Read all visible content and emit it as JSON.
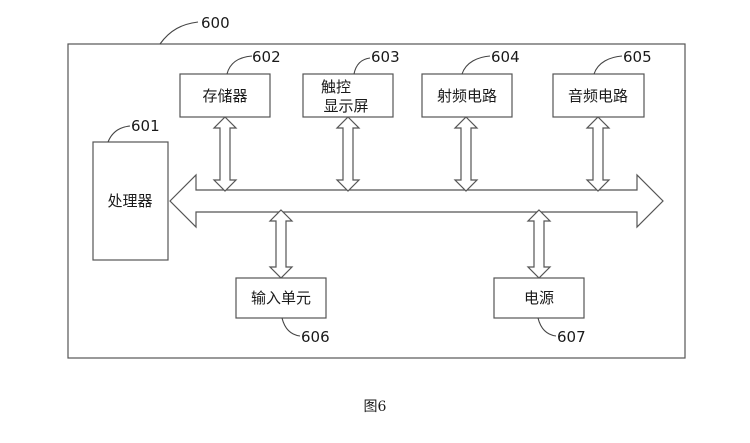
{
  "figure": {
    "ref_outer": "600",
    "caption": "图6"
  },
  "components": {
    "memory": {
      "label": "存储器",
      "ref": "602"
    },
    "touch_display": {
      "label_line1": "触控",
      "label_line2": "显示屏",
      "ref": "603"
    },
    "rf_circuit": {
      "label": "射频电路",
      "ref": "604"
    },
    "audio_circuit": {
      "label": "音频电路",
      "ref": "605"
    },
    "processor": {
      "label": "处理器",
      "ref": "601"
    },
    "input_unit": {
      "label": "输入单元",
      "ref": "606"
    },
    "power": {
      "label": "电源",
      "ref": "607"
    }
  }
}
